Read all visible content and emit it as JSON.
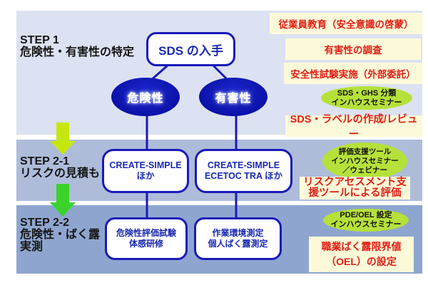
{
  "diagram": {
    "steps": {
      "step1": {
        "title": "STEP 1",
        "subtitle": "危険性・有害性の特定"
      },
      "step2_1": {
        "title": "STEP 2-1",
        "subtitle": "リスクの見積もり"
      },
      "step2_2": {
        "title": "STEP 2-2",
        "subtitle_line1": "危険性・ばく露",
        "subtitle_line2": "実測"
      }
    },
    "flow": {
      "sds_box_label": "SDS の入手",
      "hazard_label": "危険性",
      "toxicity_label": "有害性",
      "estimate_hazard": {
        "line1": "CREATE-SIMPLE",
        "line2": "ほか"
      },
      "estimate_toxicity": {
        "line1": "CREATE-SIMPLE",
        "line2": "ECETOC TRA ほか"
      },
      "measure_hazard": {
        "line1": "危険性評価試験",
        "line2": "体感研修"
      },
      "measure_exposure": {
        "line1": "作業環境測定",
        "line2": "個人ばく露測定"
      }
    },
    "annotations": {
      "training": "従業員教育（安全意識の啓蒙）",
      "survey": "有害性の調査",
      "testing": "安全性試験実施（外部委託）",
      "seminar_sds": {
        "line1": "SDS・GHS 分類",
        "line2": "インハウスセミナー"
      },
      "sds_label_review": "SDS・ラベルの作成/レビュー",
      "seminar_tools": {
        "line1": "評価支援ツール",
        "line2": "インハウスセミナー",
        "line3": "／ウェビナー"
      },
      "risk_tool_eval": {
        "line1": "リスクアセスメント支",
        "line2": "援ツールによる評価"
      },
      "seminar_pde": {
        "line1": "PDE/OEL 設定",
        "line2": "インハウスセミナー"
      },
      "oel_setting": {
        "line1": "職業ばく露限界値",
        "line2": "（OEL）の設定"
      }
    },
    "colors": {
      "band_step1": "#dce2f1",
      "band_step2_1": "#aebcda",
      "band_step2_2": "#8ea6cf",
      "navy_ellipse": "#0d14ae",
      "blue_border": "#1a1ab8",
      "blue_text": "#1b2ab0",
      "cream_box": "#fdfad9",
      "red_text": "#e01f16",
      "green_ellipse": "#b5e13a",
      "arrow_step1_to_2_1": "#c6e70e",
      "arrow_step2_1_to_2_2": "#3bd32b"
    }
  }
}
